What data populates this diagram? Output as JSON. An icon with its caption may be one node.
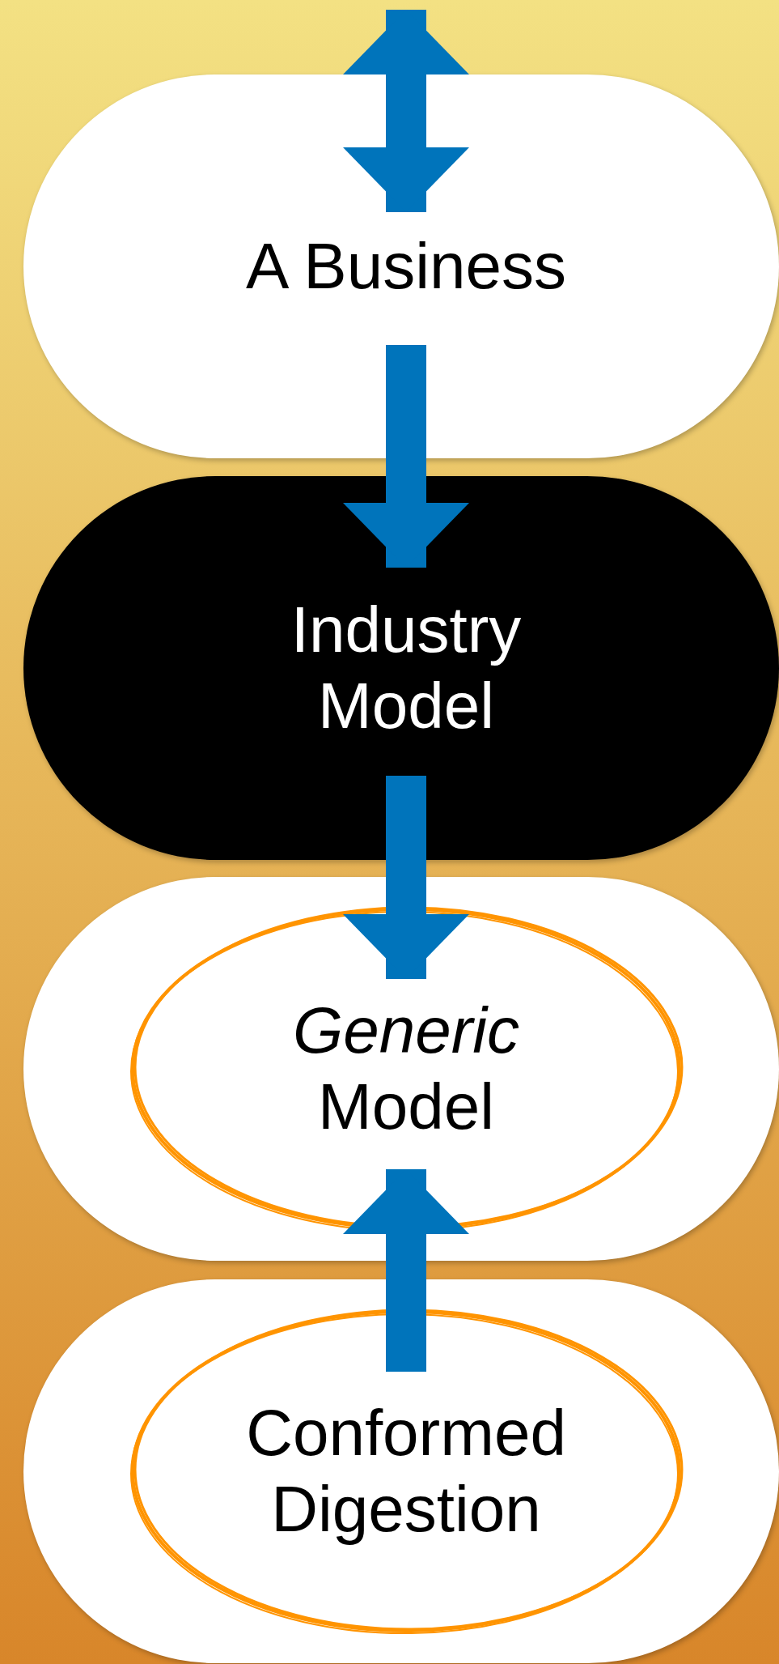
{
  "diagram": {
    "nodes": [
      {
        "text": [
          "A Business"
        ]
      },
      {
        "text": [
          "Industry Model"
        ]
      },
      {
        "text": [
          "*Generic* Model"
        ]
      },
      {
        "text": [
          "Conformed Digestion"
        ]
      }
    ],
    "edges": [
      {
        "from": null,
        "to": 0,
        "arrow": "both"
      },
      {
        "from": 0,
        "to": 1,
        "arrow": "to"
      },
      {
        "from": 1,
        "to": 2,
        "arrow": "to"
      },
      {
        "from": 3,
        "to": 2,
        "arrow": "to"
      }
    ]
  }
}
